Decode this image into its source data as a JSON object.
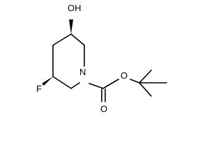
{
  "molecule": {
    "atom_labels": {
      "hydroxyl": "OH",
      "fluorine": "F",
      "ring_nitrogen": "N",
      "ester_oxygen": "O",
      "carbonyl_oxygen": "O"
    },
    "colors": {
      "bond": "#000000",
      "text": "#000000",
      "background": "#ffffff"
    }
  }
}
